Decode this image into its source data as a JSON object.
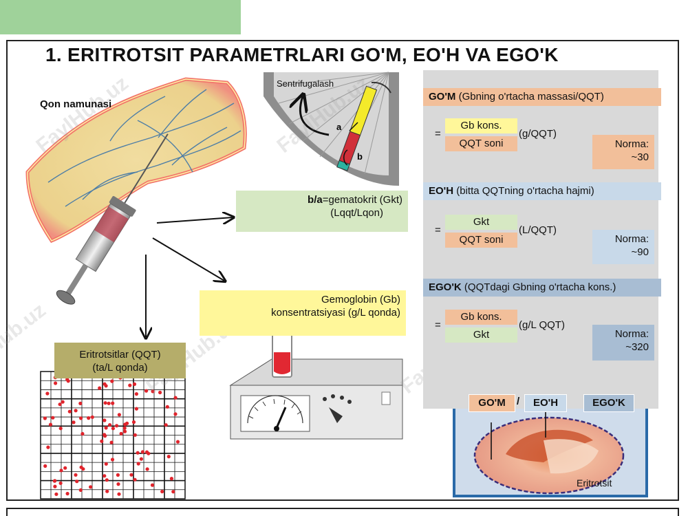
{
  "title": "1.  ERITROTSIT PARAMETRLARI GO'M, EO'H VA EGO'K",
  "left": {
    "blood_sample_label": "Qon namunasi",
    "centrifuge_label": "Sentrifugalash",
    "label_a": "a",
    "label_b": "b",
    "hematocrit_bold": "b/a",
    "hematocrit_text": "=gematokrit (Gkt)",
    "hematocrit_unit": "(Lqqt/Lqon)",
    "hemoglobin_line1": "Gemoglobin (Gb)",
    "hemoglobin_line2": "konsentratsiyasi (g/L qonda)",
    "rbc_line1": "Eritrotsitlar (QQT)",
    "rbc_line2": "(ta/L qonda)"
  },
  "right": {
    "gom": {
      "abbr": "GO'M",
      "desc": "(Gbning o'rtacha massasi/QQT)",
      "numerator": "Gb kons.",
      "denominator": "QQT soni",
      "eq": "=",
      "unit": "(g/QQT)",
      "norma_label": "Norma:",
      "norma_value": "~30"
    },
    "eoh": {
      "abbr": "EO'H",
      "desc": "(bitta QQTning o'rtacha hajmi)",
      "numerator": "Gkt",
      "denominator": "QQT soni",
      "eq": "=",
      "unit": "(L/QQT)",
      "norma_label": "Norma:",
      "norma_value": "~90"
    },
    "egok": {
      "abbr": "EGO'K",
      "desc": "(QQTdagi Gbning o'rtacha kons.)",
      "numerator": "Gb kons.",
      "denominator": "Gkt",
      "eq": "=",
      "unit": "(g/L QQT)",
      "norma_label": "Norma:",
      "norma_value": "~320"
    },
    "cell": {
      "tag_gom": "GO'M",
      "slash": "/",
      "tag_eoh": "EO'H",
      "tag_egok": "EGO'K",
      "label": "Eritrotsit"
    }
  },
  "colors": {
    "gom_hdr": "#f2bf9a",
    "eoh_hdr": "#c8d9e9",
    "egok_hdr": "#a8bdd3",
    "yellow": "#fff79a",
    "green": "#d6e8c3",
    "olive": "#b5ad6a",
    "topbar": "#9fd29a"
  },
  "watermark": "FaylHub.uz"
}
